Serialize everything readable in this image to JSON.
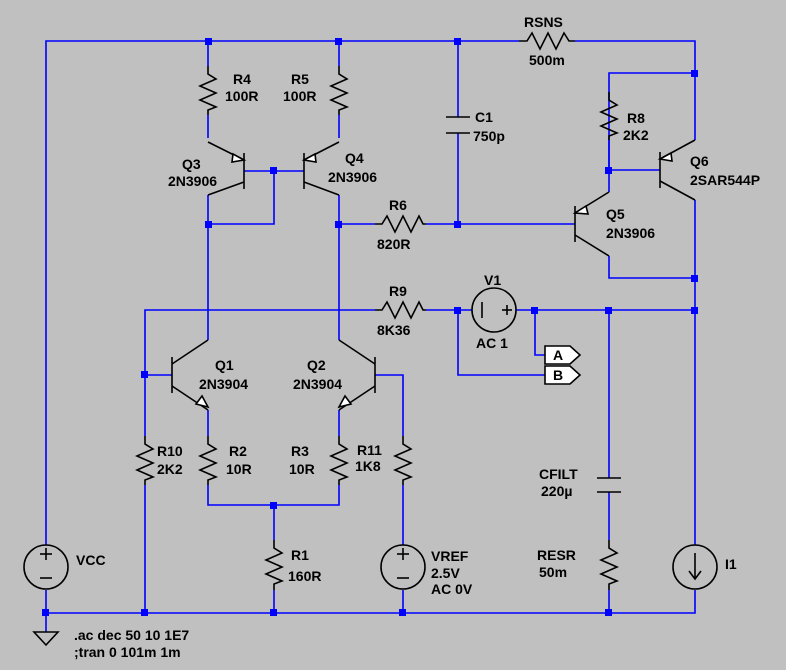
{
  "components": {
    "RSNS": {
      "name": "RSNS",
      "value": "500m"
    },
    "R4": {
      "name": "R4",
      "value": "100R"
    },
    "R5": {
      "name": "R5",
      "value": "100R"
    },
    "C1": {
      "name": "C1",
      "value": "750p"
    },
    "R8": {
      "name": "R8",
      "value": "2K2"
    },
    "Q3": {
      "name": "Q3",
      "value": "2N3906"
    },
    "Q4": {
      "name": "Q4",
      "value": "2N3906"
    },
    "Q6": {
      "name": "Q6",
      "value": "2SAR544P"
    },
    "R6": {
      "name": "R6",
      "value": "820R"
    },
    "Q5": {
      "name": "Q5",
      "value": "2N3906"
    },
    "R9": {
      "name": "R9",
      "value": "8K36"
    },
    "V1": {
      "name": "V1",
      "value": "AC 1"
    },
    "Q1": {
      "name": "Q1",
      "value": "2N3904"
    },
    "Q2": {
      "name": "Q2",
      "value": "2N3904"
    },
    "R10": {
      "name": "R10",
      "value": "2K2"
    },
    "R2": {
      "name": "R2",
      "value": "10R"
    },
    "R3": {
      "name": "R3",
      "value": "10R"
    },
    "R11": {
      "name": "R11",
      "value": "1K8"
    },
    "CFILT": {
      "name": "CFILT",
      "value": "220µ"
    },
    "RESR": {
      "name": "RESR",
      "value": "50m"
    },
    "VCC": {
      "name": "VCC"
    },
    "R1": {
      "name": "R1",
      "value": "160R"
    },
    "VREF": {
      "name": "VREF",
      "value": "2.5V",
      "ac": "AC 0V"
    },
    "I1": {
      "name": "I1"
    }
  },
  "net_labels": {
    "A": "A",
    "B": "B"
  },
  "directives": {
    "ac": ".ac dec 50 10 1E7",
    "tran": ";tran 0 101m 1m"
  },
  "colors": {
    "background": "#c0c0c0",
    "wire": "#0000ff",
    "part": "#000000"
  }
}
